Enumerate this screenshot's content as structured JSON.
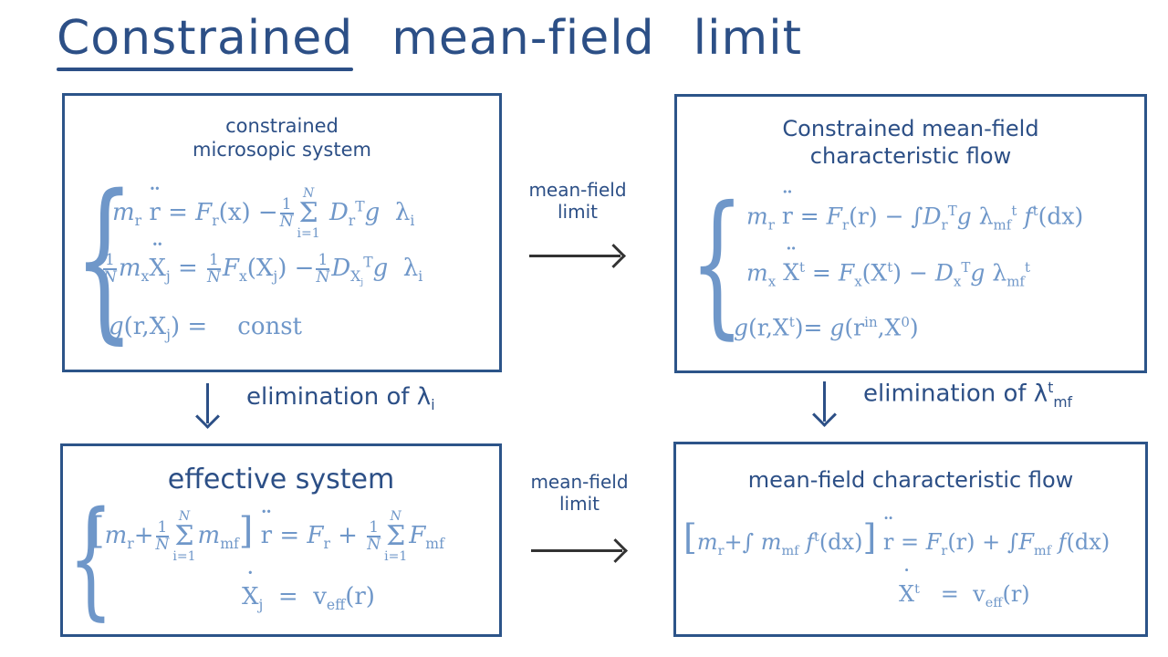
{
  "title": {
    "part1": "Constrained",
    "part2": "mean-field",
    "part3": "limit"
  },
  "boxes": {
    "micro": {
      "title_line1": "constrained",
      "title_line2": "microsopic system"
    },
    "mfflow": {
      "title_line1": "Constrained   mean-field",
      "title_line2": "characteristic   flow"
    },
    "eff": {
      "title": "effective   system"
    },
    "mfcf": {
      "title": "mean-field   characteristic   flow"
    }
  },
  "arrows": {
    "top_label_line1": "mean-field",
    "top_label_line2": "limit",
    "bottom_label_line1": "mean-field",
    "bottom_label_line2": "limit",
    "left_down_label": "elimination  of  λ",
    "left_down_sub": "i",
    "right_down_label": "elimination  of  λ",
    "right_down_sup": "t",
    "right_down_sub": "mf"
  }
}
